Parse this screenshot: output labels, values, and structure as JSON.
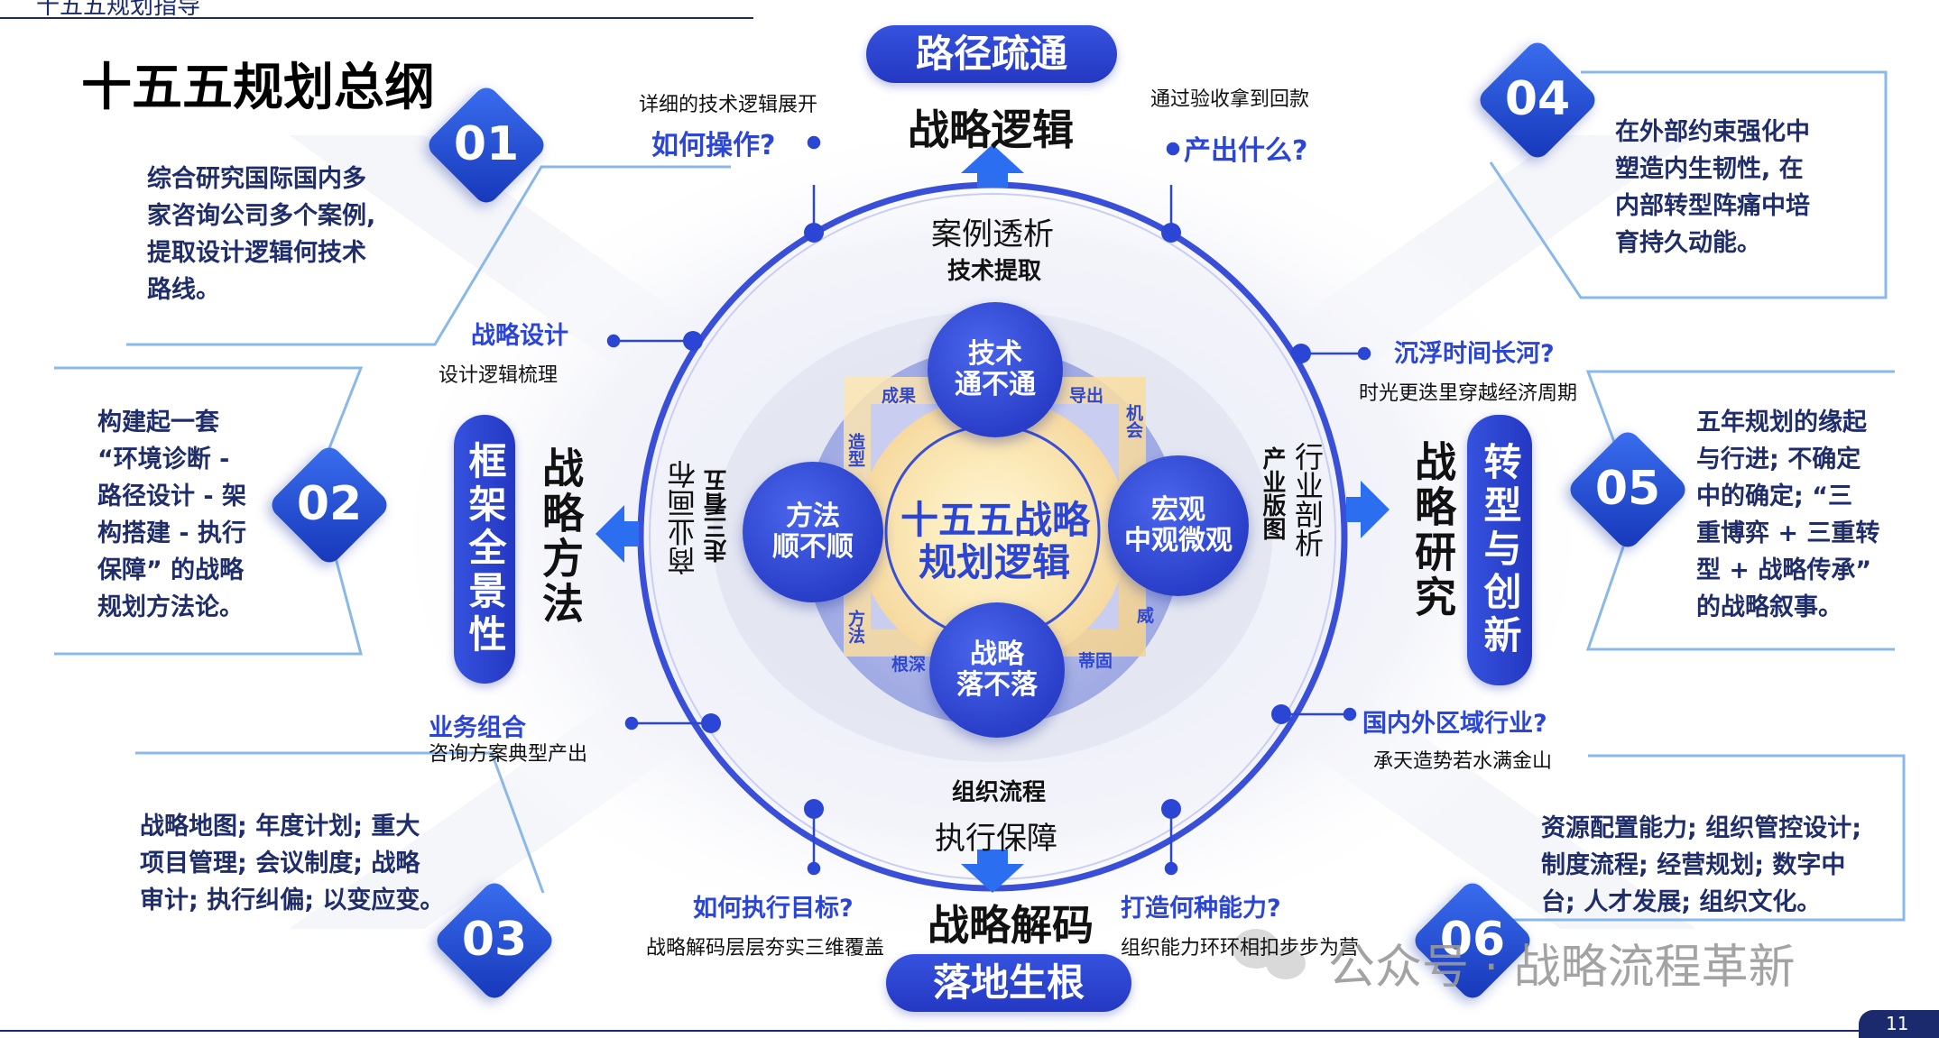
{
  "header": {
    "top_text": "十五五规划指导",
    "title": "十五五规划总纲",
    "page_number": "11"
  },
  "top": {
    "pill": "路径疏通",
    "label": "战略逻辑"
  },
  "bottom": {
    "pill": "落地生根",
    "label": "战略解码"
  },
  "left": {
    "pill": "框架全景性",
    "label": "战略方法"
  },
  "right": {
    "pill": "转型与创新",
    "label": "战略研究"
  },
  "center": {
    "title_line1": "十五五战略",
    "title_line2": "规划逻辑"
  },
  "nodes": {
    "top": [
      "技术",
      "通不通"
    ],
    "left": [
      "方法",
      "顺不顺"
    ],
    "right": [
      "宏观",
      "中观微观"
    ],
    "bottom": [
      "战略",
      "落不落"
    ]
  },
  "corner_labels": {
    "tl_a": "成果",
    "tl_b": "造型",
    "tr_a": "导出",
    "tr_b": "机会",
    "bl_a": "方法",
    "bl_b": "根深",
    "br_a": "威",
    "br_b": "蒂固"
  },
  "ring": {
    "top_main": "案例透析",
    "top_sub": "技术提取",
    "bottom_main": "执行保障",
    "bottom_sub": "组织流程",
    "left_main": "商业画布",
    "left_sub": "走三看五",
    "right_main": "行业剖析",
    "right_sub": "产业版图"
  },
  "questions": {
    "q1_title": "如何操作?",
    "q1_desc": "详细的技术逻辑展开",
    "q2_title": "产出什么?",
    "q2_desc": "通过验收拿到回款",
    "q3_title": "战略设计",
    "q3_desc": "设计逻辑梳理",
    "q4_title": "沉浮时间长河?",
    "q4_desc": "时光更迭里穿越经济周期",
    "q5_title": "业务组合",
    "q5_desc": "咨询方案典型产出",
    "q6_title": "国内外区域行业?",
    "q6_desc": "承天造势若水满金山",
    "q7_title": "如何执行目标?",
    "q7_desc": "战略解码层层夯实三维覆盖",
    "q8_title": "打造何种能力?",
    "q8_desc": "组织能力环环相扣步步为营"
  },
  "badges": {
    "b01": {
      "num": "01",
      "lines": [
        "综合研究国际国内多",
        "家咨询公司多个案例,",
        "提取设计逻辑何技术",
        "路线。"
      ]
    },
    "b02": {
      "num": "02",
      "lines": [
        "构建起一套",
        "“环境诊断 -",
        "路径设计 - 架",
        "构搭建 - 执行",
        "保障” 的战略",
        "规划方法论。"
      ]
    },
    "b03": {
      "num": "03",
      "lines": [
        "战略地图; 年度计划; 重大",
        "项目管理; 会议制度; 战略",
        "审计; 执行纠偏; 以变应变。"
      ]
    },
    "b04": {
      "num": "04",
      "lines": [
        "在外部约束强化中",
        "塑造内生韧性, 在",
        "内部转型阵痛中培",
        "育持久动能。"
      ]
    },
    "b05": {
      "num": "05",
      "lines": [
        "五年规划的缘起",
        "与行进; 不确定",
        "中的确定; “三",
        "重博弈 + 三重转",
        "型 + 战略传承”",
        "的战略叙事。"
      ]
    },
    "b06": {
      "num": "06",
      "lines": [
        "资源配置能力; 组织管控设计;",
        "制度流程; 经营规划; 数字中",
        "台; 人才发展; 组织文化。"
      ]
    }
  },
  "watermark": "公众号 · 战略流程革新",
  "colors": {
    "primary": "#2b45d4",
    "dark": "#1a2a6c",
    "ring": "#3a4fd8"
  }
}
